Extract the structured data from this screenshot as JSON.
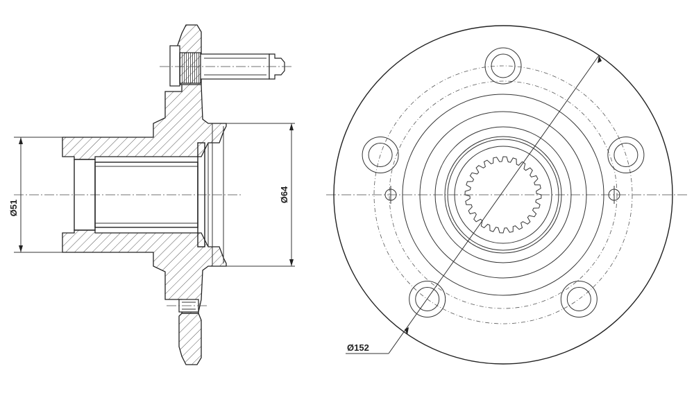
{
  "dimensions": {
    "left_diameter": "Ø51",
    "right_diameter": "Ø64",
    "bolt_circle": "Ø152"
  }
}
